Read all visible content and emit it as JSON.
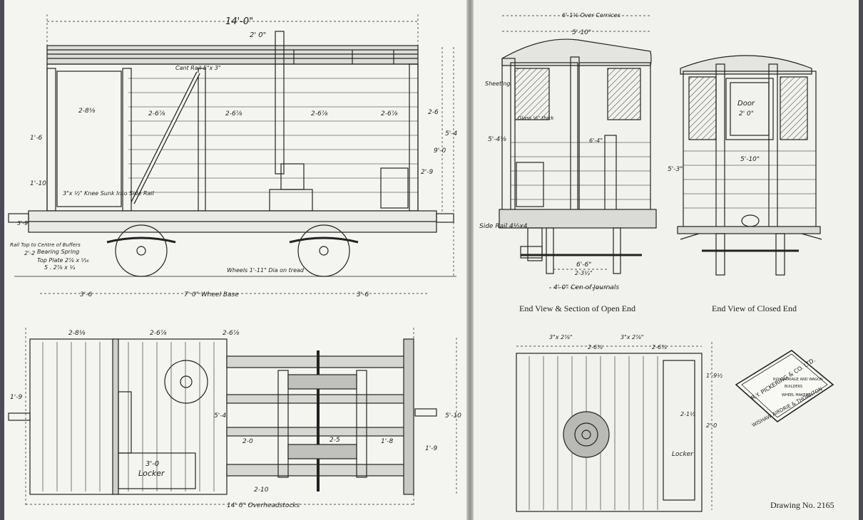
{
  "side_elevation": {
    "overall_length": "14'-0\"",
    "top_dim": "2' 0\"",
    "cant_rail": "Cant Rail 5\"x 3\"",
    "panel_widths": [
      "2-8⅛",
      "2-6⅞",
      "2-6⅞",
      "2-6⅞",
      "2-6⅞"
    ],
    "heights": [
      "2-6",
      "5'-4",
      "9'-0",
      "2'-9",
      "1'-6",
      "1'-10"
    ],
    "knee_note": "3\"x ½\" Knee Sunk Into Side Rail",
    "rail_note": "Rail Top to Centre of Buffers",
    "bearing_spring": "Bearing Spring",
    "top_plate": "Top Plate 2⅞ x ⁵⁄₁₆",
    "plates": "5 . 2⅞ x ¼",
    "wheels_note": "Wheels 1'-11\" Dia on tread",
    "wheel_base": "7' 0\" Wheel Base",
    "overhang_left": "3'-6",
    "overhang_right": "3'-6",
    "dim_3": "3'-9",
    "dim_2": "2'-2"
  },
  "plan_view": {
    "overall_length": "14' 0\" Overheadstocks",
    "top_dims": [
      "2-8⅛",
      "2-6⅞",
      "2-6⅞"
    ],
    "side_dims": [
      "1'-9",
      "5'-10",
      "5'-4",
      "1'-9"
    ],
    "locker_label": "Locker",
    "locker_width": "3'-0",
    "dims": [
      "2-10",
      "2-5",
      "2-0",
      "1'-8"
    ]
  },
  "end_view_open": {
    "cornice": "6'-1⅛ Over Cornices",
    "width": "5'-10\"",
    "height": "5'-4⅞",
    "sheeting": "Sheeting",
    "glass_note": "Glass ⅛\" thick",
    "side_rail": "Side Rail 4½x4",
    "centres": "6'-6\"",
    "half_width": "2-3¼\"",
    "journals": "4'-0\" Cen of Journals",
    "width_lower": "6'-4\"",
    "caption": "End View & Section of Open End"
  },
  "end_view_closed": {
    "door_label": "Door",
    "door_width": "2' 0\"",
    "width": "5'-10\"",
    "height": "5'-3\"",
    "caption": "End View of Closed End"
  },
  "floor_plan": {
    "top_dims": [
      "3\"x 2⅞\"",
      "3\"x 2⅞\"",
      "2-6⅞",
      "2-6⅞"
    ],
    "locker_label": "Locker",
    "dims": [
      "2-1½",
      "2'-0",
      "1'-9½"
    ]
  },
  "builder_stamp": {
    "line1": "R.Y. PICKERING & CO. LTD.",
    "line2": "RLY CARRIAGE AND WAGON",
    "line3": "BUILDERS",
    "line4": "WHEEL MAKERS",
    "line5": "WISHAW AIRDRIE & THORNTON"
  },
  "drawing_number": "Drawing No. 2165"
}
